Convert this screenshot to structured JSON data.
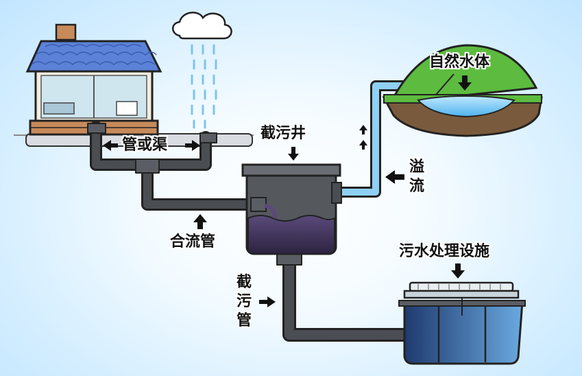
{
  "labels": {
    "pipe_or_channel": "管或渠",
    "interceptor_well": "截污井",
    "overflow": "溢流",
    "combined_pipe": "合流管",
    "interceptor_pipe": "截污管",
    "natural_water": "自然水体",
    "treatment_facility": "污水处理设施"
  },
  "colors": {
    "pipe": "#4a4d52",
    "overflow_pipe": "#8fd0f5",
    "sewage": "#3b2f55",
    "grass": "#5dbb3f",
    "roof": "#5b82d8"
  }
}
